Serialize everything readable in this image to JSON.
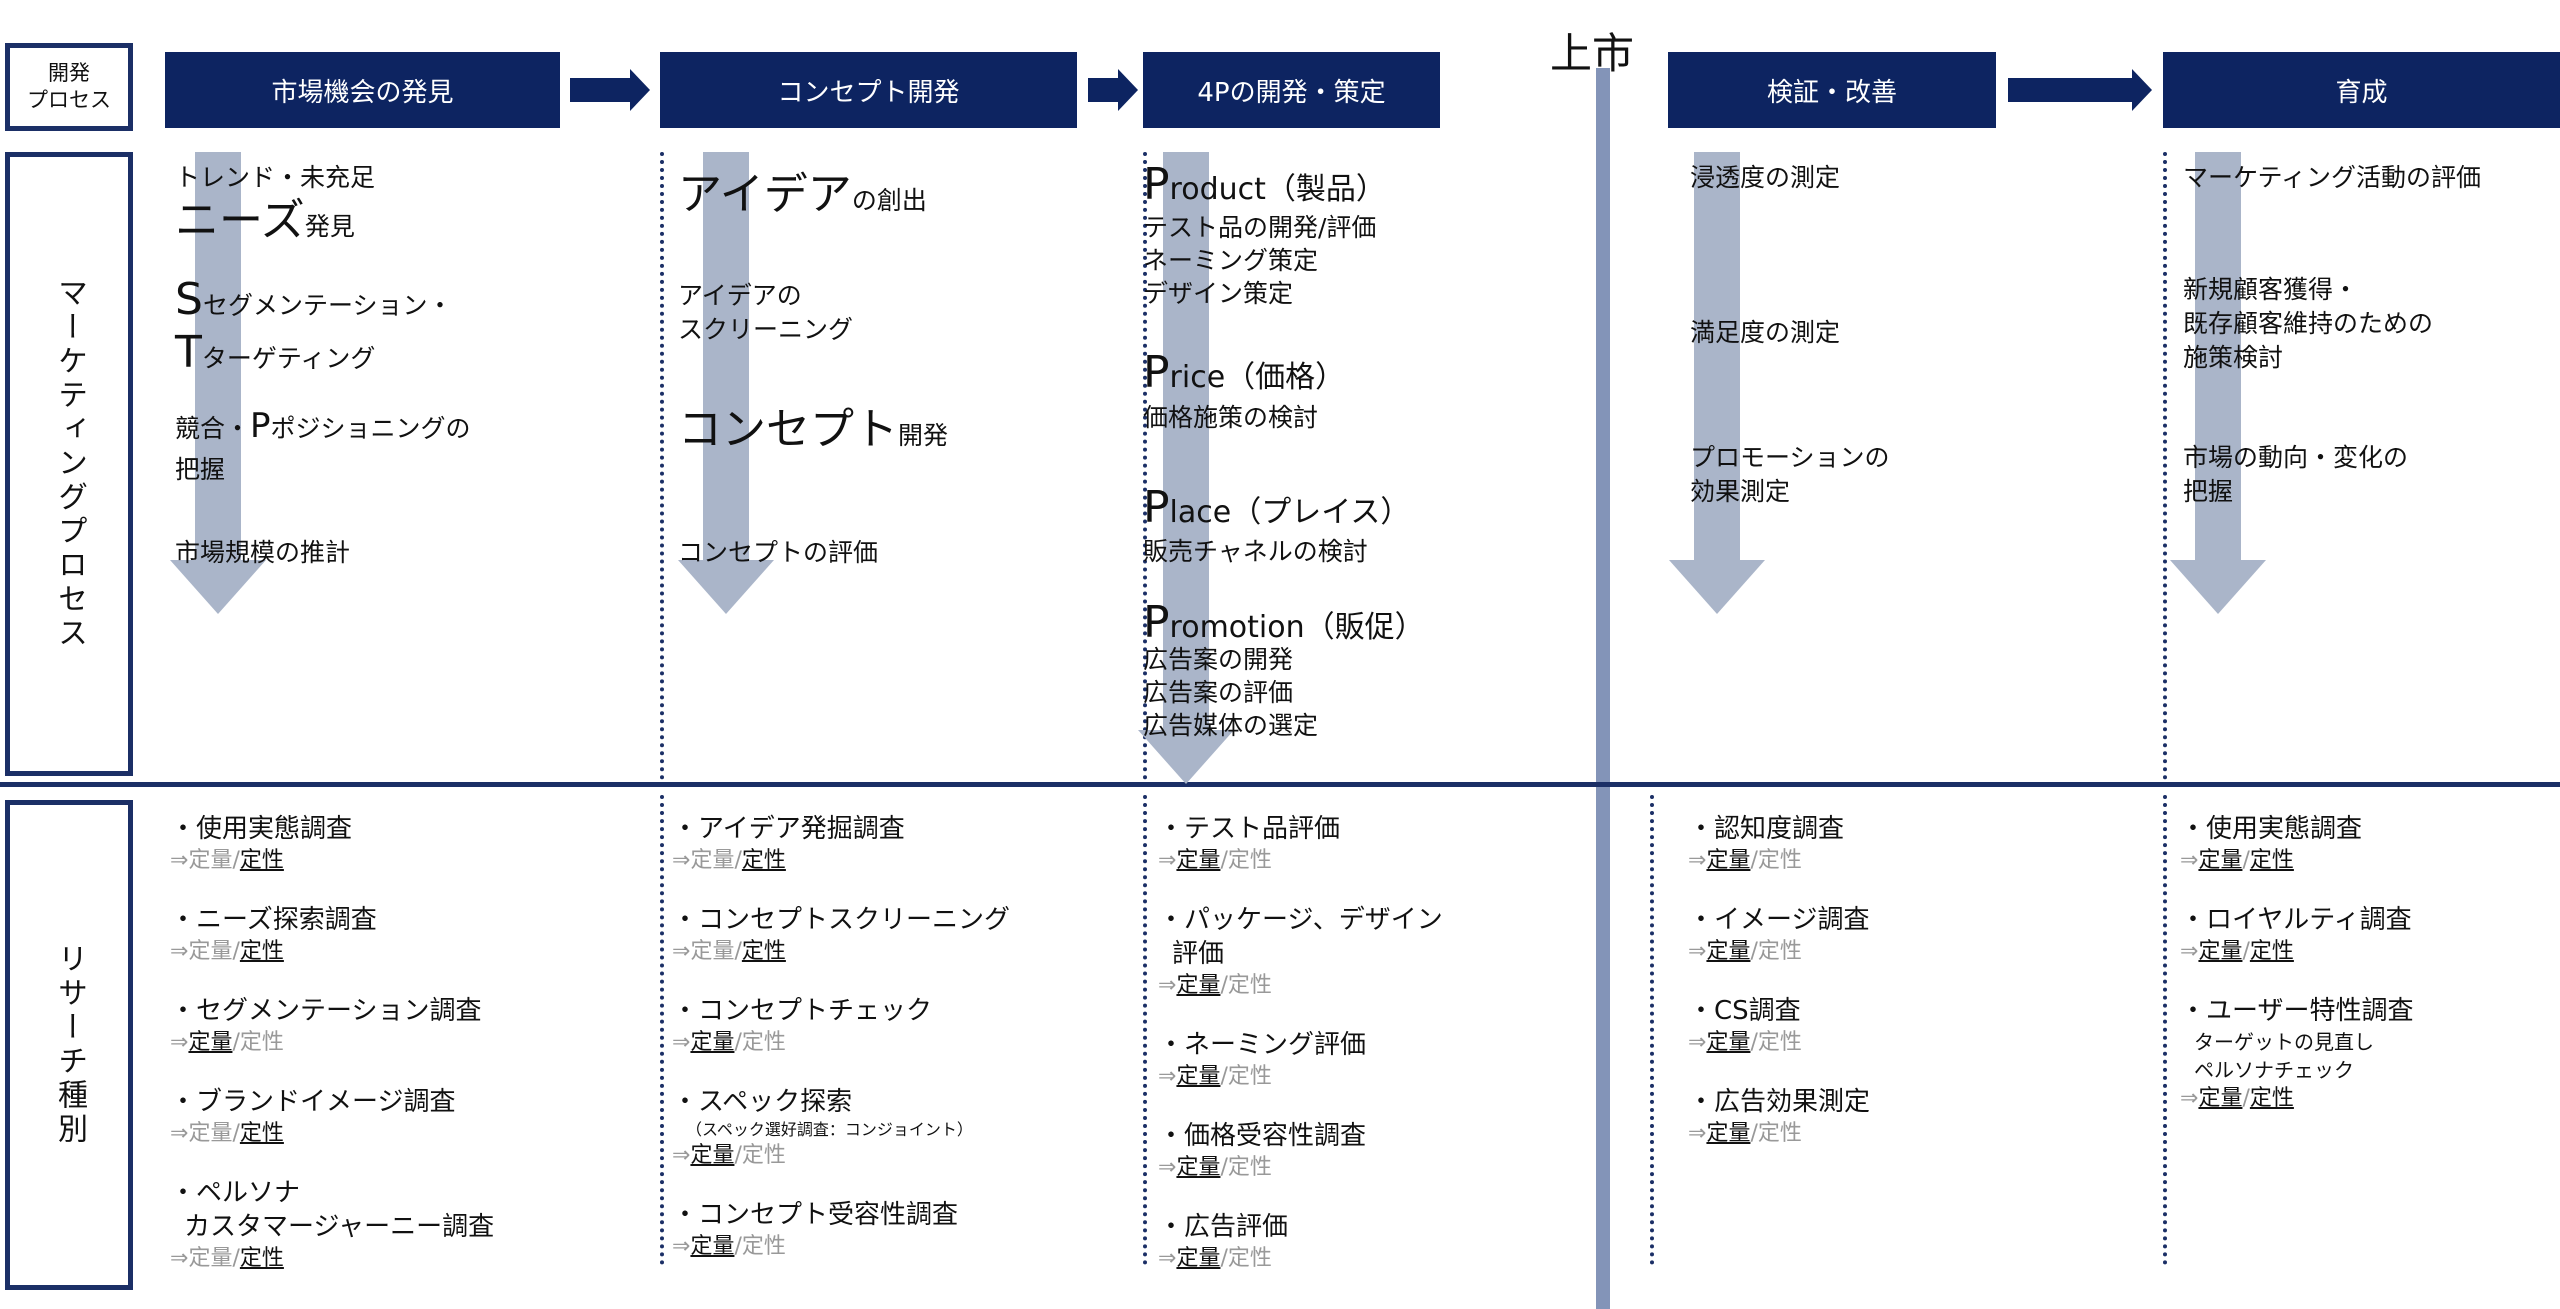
{
  "row_labels": {
    "dev_process": "開発\nプロセス",
    "marketing_process": "マーケティングプロセス",
    "research_types": "リサーチ種別"
  },
  "phases": [
    "市場機会の発見",
    "コンセプト開発",
    "4Pの開発・策定",
    "検証・改善",
    "育成"
  ],
  "launch": "上市",
  "marketing": {
    "col1": {
      "l1": "トレンド・未充足",
      "l2_big": "ニーズ",
      "l2": "発見",
      "l3_big": "S",
      "l3": "セグメンテーション・",
      "l4_big": "T",
      "l4": "ターゲティング",
      "l5a": "競合・",
      "l5_big": "P",
      "l5b": "ポジショニングの",
      "l6": "把握",
      "l7": "市場規模の推計"
    },
    "col2": {
      "l1_big": "アイデア",
      "l1": "の創出",
      "l2": "アイデアの",
      "l3": "スクリーニング",
      "l4_big": "コンセプト",
      "l4": "開発",
      "l5": "コンセプトの評価"
    },
    "col3": {
      "p1_big": "P",
      "p1": "roduct（製品）",
      "p1a": "テスト品の開発/評価",
      "p1b": "ネーミング策定",
      "p1c": "デザイン策定",
      "p2_big": "P",
      "p2": "rice（価格）",
      "p2a": "価格施策の検討",
      "p3_big": "P",
      "p3": "lace（プレイス）",
      "p3a": "販売チャネルの検討",
      "p4_big": "P",
      "p4": "romotion（販促）",
      "p4a": "広告案の開発",
      "p4b": "広告案の評価",
      "p4c": "広告媒体の選定"
    },
    "col4": {
      "l1": "浸透度の測定",
      "l2": "満足度の測定",
      "l3": "プロモーションの",
      "l4": "効果測定"
    },
    "col5": {
      "l1": "マーケティング活動の評価",
      "l2": "新規顧客獲得・",
      "l3": "既存顧客維持のための",
      "l4": "施策検討",
      "l5": "市場の動向・変化の",
      "l6": "把握"
    }
  },
  "research_labels": {
    "arrow": "⇒",
    "quant": "定量",
    "slash": "/",
    "qual": "定性"
  },
  "research": [
    [
      {
        "title": "・使用実態調査",
        "emph": "qual"
      },
      {
        "title": "・ニーズ探索調査",
        "emph": "qual"
      },
      {
        "title": "・セグメンテーション調査",
        "emph": "quant"
      },
      {
        "title": "・ブランドイメージ調査",
        "emph": "qual"
      },
      {
        "title": "・ペルソナ",
        "notes": [
          "カスタマージャーニー調査"
        ],
        "note_big": true,
        "emph": "qual"
      }
    ],
    [
      {
        "title": "・アイデア発掘調査",
        "emph": "qual"
      },
      {
        "title": "・コンセプトスクリーニング",
        "emph": "qual"
      },
      {
        "title": "・コンセプトチェック",
        "emph": "quant"
      },
      {
        "title": "・スペック探索",
        "notes": [
          "（スペック選好調査：コンジョイント）"
        ],
        "note_small": true,
        "emph": "quant"
      },
      {
        "title": "・コンセプト受容性調査",
        "emph": "quant"
      }
    ],
    [
      {
        "title": "・テスト品評価",
        "emph": "quant"
      },
      {
        "title": "・パッケージ、デザイン",
        "notes": [
          "評価"
        ],
        "note_big": true,
        "emph": "quant"
      },
      {
        "title": "・ネーミング評価",
        "emph": "quant"
      },
      {
        "title": "・価格受容性調査",
        "emph": "quant"
      },
      {
        "title": "・広告評価",
        "emph": "quant"
      }
    ],
    [
      {
        "title": "・認知度調査",
        "emph": "quant"
      },
      {
        "title": "・イメージ調査",
        "emph": "quant"
      },
      {
        "title": "・CS調査",
        "emph": "quant"
      },
      {
        "title": "・広告効果測定",
        "emph": "quant"
      }
    ],
    [
      {
        "title": "・使用実態調査",
        "emph": "both"
      },
      {
        "title": "・ロイヤルティ調査",
        "emph": "both"
      },
      {
        "title": "・ユーザー特性調査",
        "notes": [
          "ターゲットの見直し",
          "ペルソナチェック"
        ],
        "emph": "both"
      }
    ]
  ],
  "colors": {
    "navy": "#0d2461",
    "gray_arrow": "#aab5c9",
    "launch_bar": "#8394b8"
  }
}
